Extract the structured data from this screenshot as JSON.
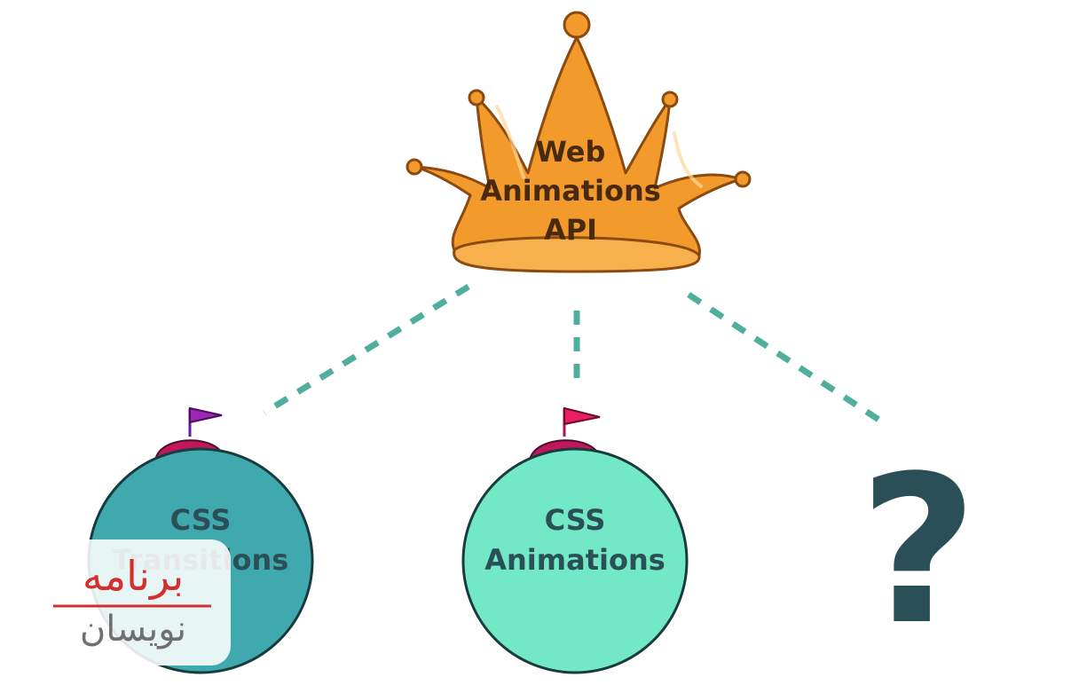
{
  "root": {
    "lines": [
      "Web",
      "Animations",
      "API"
    ]
  },
  "children": [
    {
      "lines": [
        "CSS",
        "Transitions"
      ],
      "fill": "#3fa9ad"
    },
    {
      "lines": [
        "CSS",
        "Animations"
      ],
      "fill": "#72e8c6"
    },
    {
      "symbol": "?"
    }
  ],
  "watermark": {
    "line1": "برنامه",
    "line2": "نویسان"
  },
  "colors": {
    "crown": "#f39a2c",
    "crown_outline": "#8a4a10",
    "crown_text": "#4a2a0f",
    "connector": "#4fae9c",
    "node_text": "#2b4f57",
    "question": "#2b4f57",
    "hat": "#c2185b",
    "flag": "#9c27b0",
    "watermark_red": "#d32f2f",
    "watermark_gray": "#707070"
  }
}
